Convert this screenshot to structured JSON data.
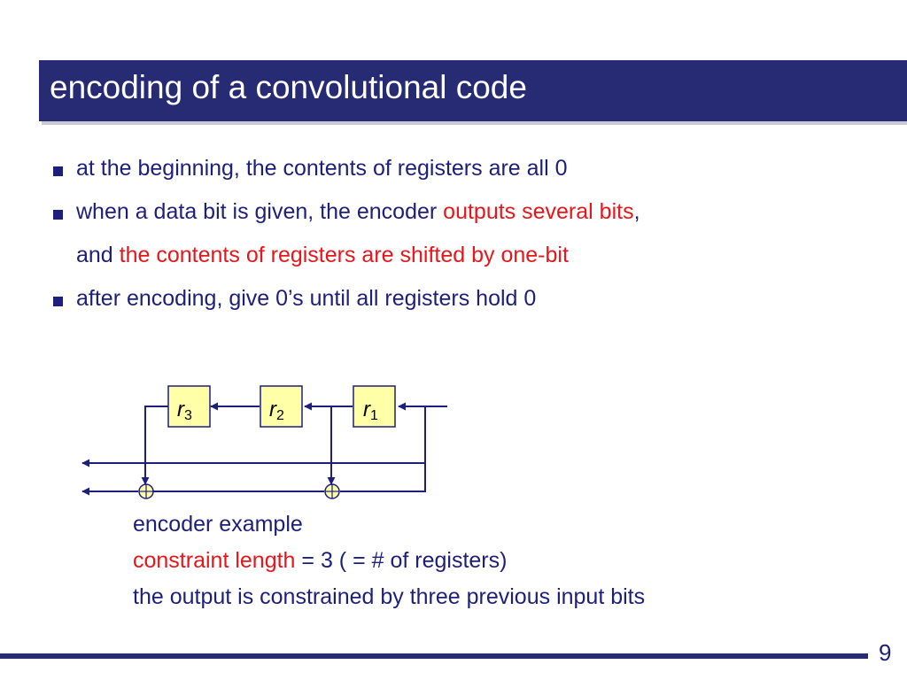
{
  "slide": {
    "title": "encoding of a convolutional code",
    "page_number": "9"
  },
  "bullets": [
    {
      "parts": [
        {
          "text": "at the beginning, the contents of registers are all 0",
          "color": ""
        }
      ]
    },
    {
      "parts": [
        {
          "text": "when a data bit is given, the encoder ",
          "color": ""
        },
        {
          "text": "outputs several bits",
          "color": "red"
        },
        {
          "text": ",",
          "color": ""
        }
      ],
      "continuation": [
        {
          "text": "and ",
          "color": ""
        },
        {
          "text": "the contents of registers are shifted by one-bit",
          "color": "red"
        }
      ]
    },
    {
      "parts": [
        {
          "text": "after encoding, give 0’s until all registers hold 0",
          "color": ""
        }
      ]
    }
  ],
  "diagram": {
    "registers": [
      {
        "letter": "r",
        "sub": "3"
      },
      {
        "letter": "r",
        "sub": "2"
      },
      {
        "letter": "r",
        "sub": "1"
      }
    ]
  },
  "caption": {
    "line1": "encoder example",
    "line2_red": "constraint length",
    "line2_rest": " = 3 ( = # of registers)",
    "line3": "the output is constrained by three previous input bits"
  },
  "colors": {
    "title_bg": "#262b73",
    "text": "#1d1f7a",
    "accent_red": "#e8161b",
    "register_fill": "#ffffa8"
  }
}
